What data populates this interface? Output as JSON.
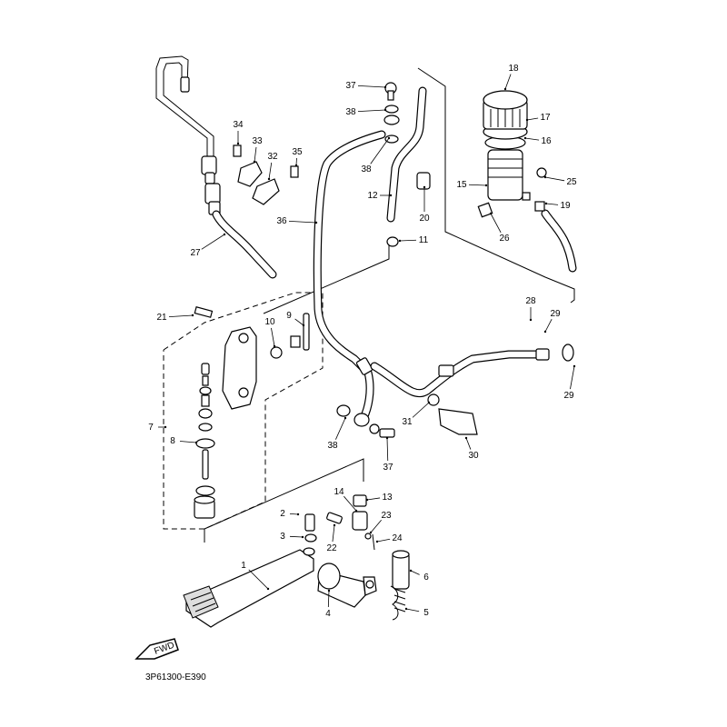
{
  "diagram_code": "3P61300-E390",
  "fwd_label": "FWD",
  "callouts": [
    {
      "num": "1"
    },
    {
      "num": "2"
    },
    {
      "num": "3"
    },
    {
      "num": "4"
    },
    {
      "num": "5"
    },
    {
      "num": "6"
    },
    {
      "num": "7"
    },
    {
      "num": "8"
    },
    {
      "num": "9"
    },
    {
      "num": "10"
    },
    {
      "num": "11"
    },
    {
      "num": "12"
    },
    {
      "num": "13"
    },
    {
      "num": "14"
    },
    {
      "num": "15"
    },
    {
      "num": "16"
    },
    {
      "num": "17"
    },
    {
      "num": "18"
    },
    {
      "num": "19"
    },
    {
      "num": "20"
    },
    {
      "num": "21"
    },
    {
      "num": "22"
    },
    {
      "num": "23"
    },
    {
      "num": "24"
    },
    {
      "num": "25"
    },
    {
      "num": "26"
    },
    {
      "num": "27"
    },
    {
      "num": "28"
    },
    {
      "num": "29"
    },
    {
      "num": "29"
    },
    {
      "num": "30"
    },
    {
      "num": "31"
    },
    {
      "num": "32"
    },
    {
      "num": "33"
    },
    {
      "num": "34"
    },
    {
      "num": "35"
    },
    {
      "num": "36"
    },
    {
      "num": "37"
    },
    {
      "num": "37"
    },
    {
      "num": "38"
    },
    {
      "num": "38"
    },
    {
      "num": "38"
    }
  ]
}
